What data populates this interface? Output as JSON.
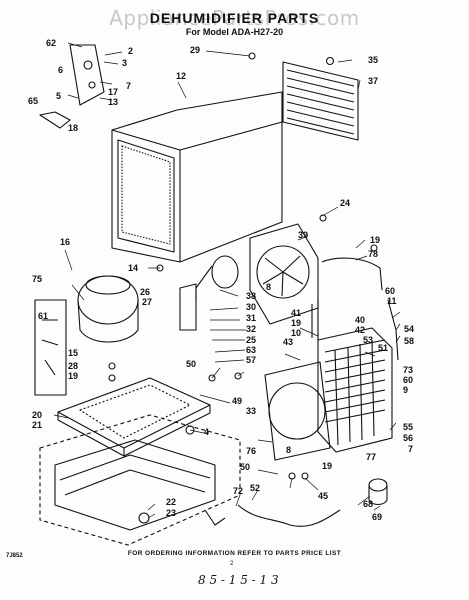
{
  "header": {
    "watermark": "AppliancePartsPros.com",
    "title": "DEHUMIDIFIER PARTS",
    "subtitle": "For Model ADA-H27-20"
  },
  "footer": {
    "ordering_note": "FOR ORDERING INFORMATION REFER TO PARTS PRICE LIST",
    "diagram_code": "7J852",
    "page_number": "2",
    "handwritten_date": "8 5 - 1 5 - 1 3"
  },
  "part_labels": [
    "62",
    "2",
    "5",
    "6",
    "7",
    "3",
    "17",
    "13",
    "65",
    "18",
    "29",
    "35",
    "37",
    "12",
    "24",
    "39",
    "19",
    "78",
    "16",
    "14",
    "75",
    "61",
    "15",
    "28",
    "19",
    "26",
    "27",
    "8",
    "38",
    "30",
    "31",
    "32",
    "25",
    "63",
    "57",
    "41",
    "19",
    "10",
    "40",
    "42",
    "43",
    "53",
    "51",
    "60",
    "11",
    "54",
    "58",
    "73",
    "60",
    "9",
    "50",
    "49",
    "33",
    "20",
    "21",
    "4",
    "55",
    "56",
    "7",
    "76",
    "50",
    "8",
    "19",
    "45",
    "77",
    "72",
    "52",
    "68",
    "69",
    "22",
    "23"
  ]
}
